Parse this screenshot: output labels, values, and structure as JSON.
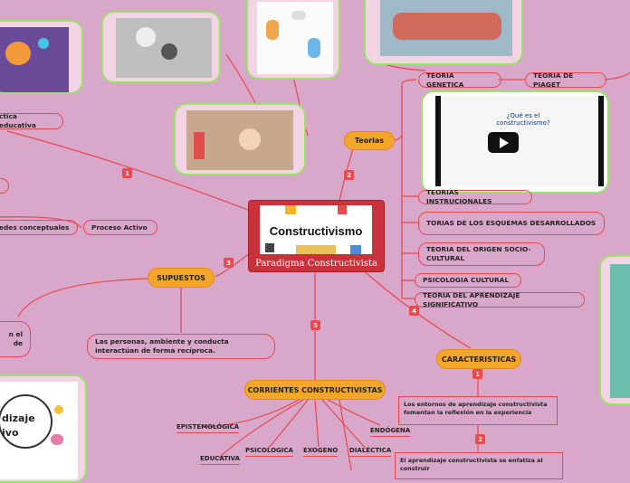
{
  "central": {
    "title": "Constructivismo",
    "subtitle": "Paradigma Constructivista"
  },
  "badges": [
    "1",
    "2",
    "3",
    "4",
    "5",
    "1",
    "2"
  ],
  "teorias": {
    "label": "Teorias",
    "items": [
      "TEORIA GENETICA",
      "TEORIA DE PIAGET",
      "TEORIAS INSTRUCIONALES",
      "TORIAS DE LOS ESQUEMAS DESARROLLADOS",
      "TEORIA DEL ORIGEN SOCIO-CULTURAL",
      "PSICOLOGIA CULTURAL",
      "TEORIA DEL APRENDIZAJE SIGNIFICATIVO"
    ]
  },
  "video": {
    "caption": "¿Qué es el constructivismo?"
  },
  "supuestos": {
    "label": "SUPUESTOS",
    "items": [
      "Las personas, ambiente y conducta interactúan de forma recíproca.",
      "n el",
      "de"
    ]
  },
  "left": {
    "practica": "ctica educativa",
    "redes": "edes conceptuales",
    "proceso": "Proceso Activo"
  },
  "caracteristicas": {
    "label": "CARACTERISTICAS",
    "items": [
      "Los entornos de aprendizaje constructivista fomentan la reflexión en la experiencia",
      "El aprendizaje constructivista se enfatiza al construir"
    ]
  },
  "corrientes": {
    "label": "CORRIENTES CONSTRUCTIVISTAS",
    "items": [
      "EPISTEMOLÓGICA",
      "EDUCATIVA",
      "PSICOLOGICA",
      "EXOGENO",
      "DIALÉCTICA",
      "ENDÓGENA"
    ]
  },
  "aprendizaje": {
    "line1": "dizaje",
    "line2": "ivo"
  },
  "colors": {
    "background": "#d9a7c9",
    "link": "#e7494f",
    "orange": "#f4a62a",
    "image_border": "#9be26a",
    "central": "#c9323a"
  }
}
